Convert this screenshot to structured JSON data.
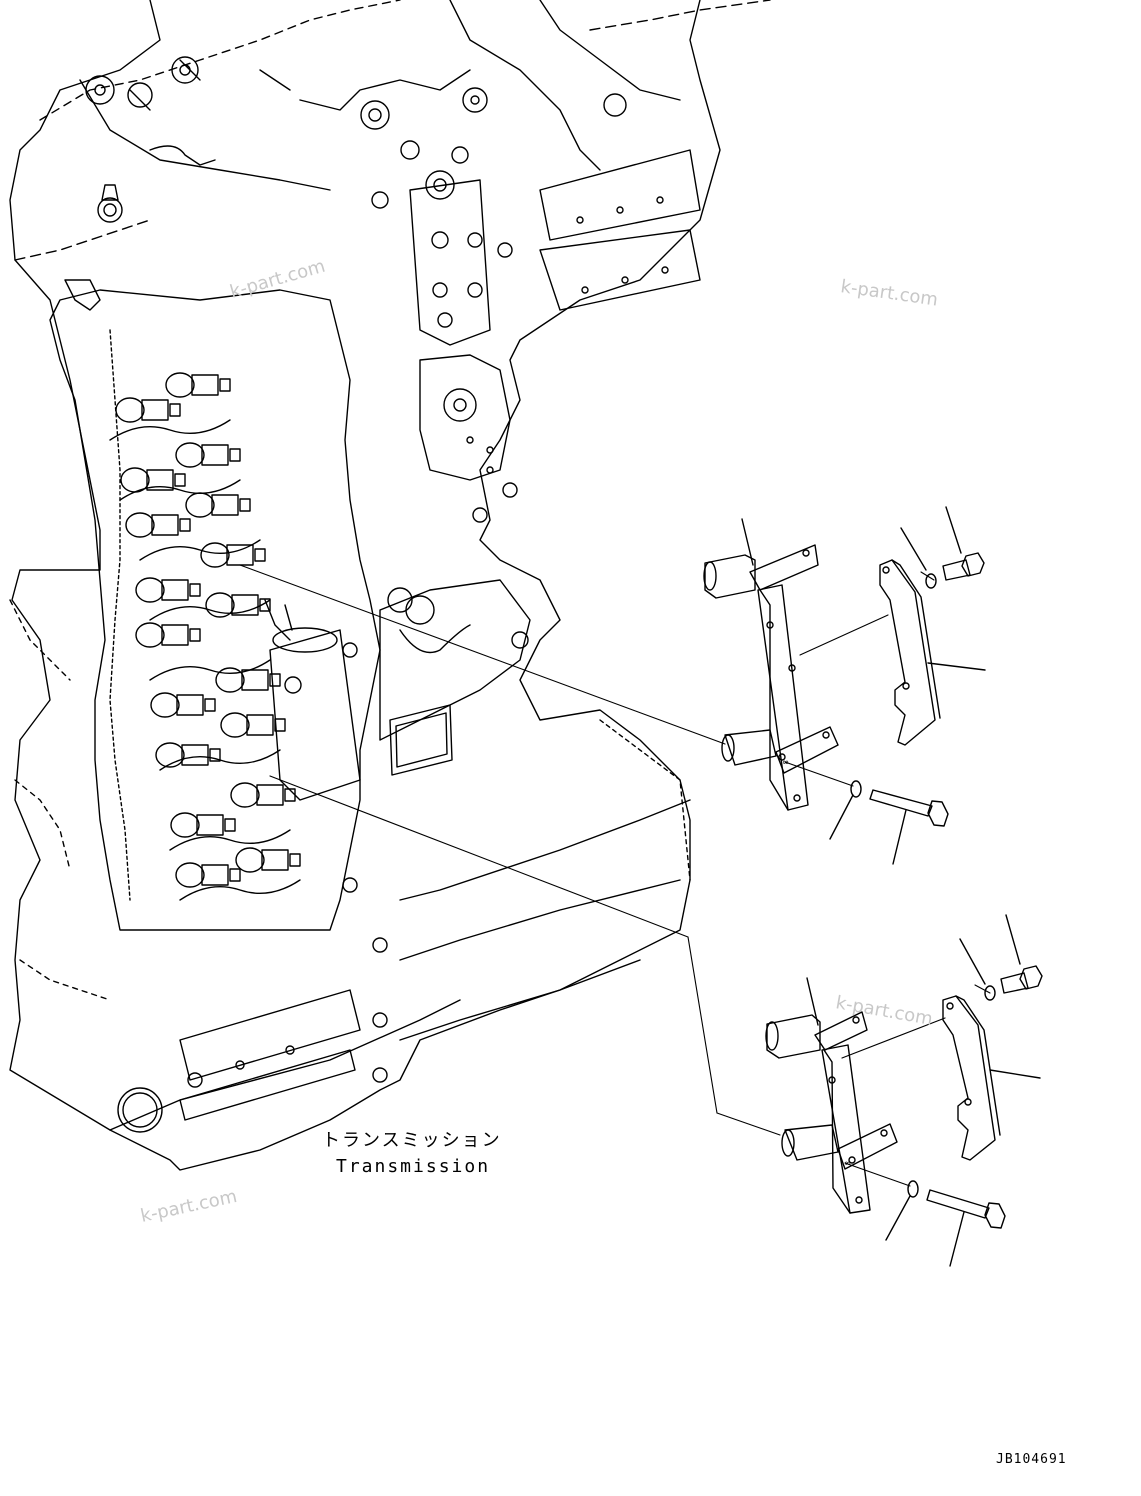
{
  "diagram": {
    "label_jp": "トランスミッション",
    "label_en": "Transmission",
    "drawing_id": "JB104691",
    "watermarks": [
      "k-part.com",
      "k-part.com",
      "k-part.com",
      "k-part.com"
    ]
  }
}
